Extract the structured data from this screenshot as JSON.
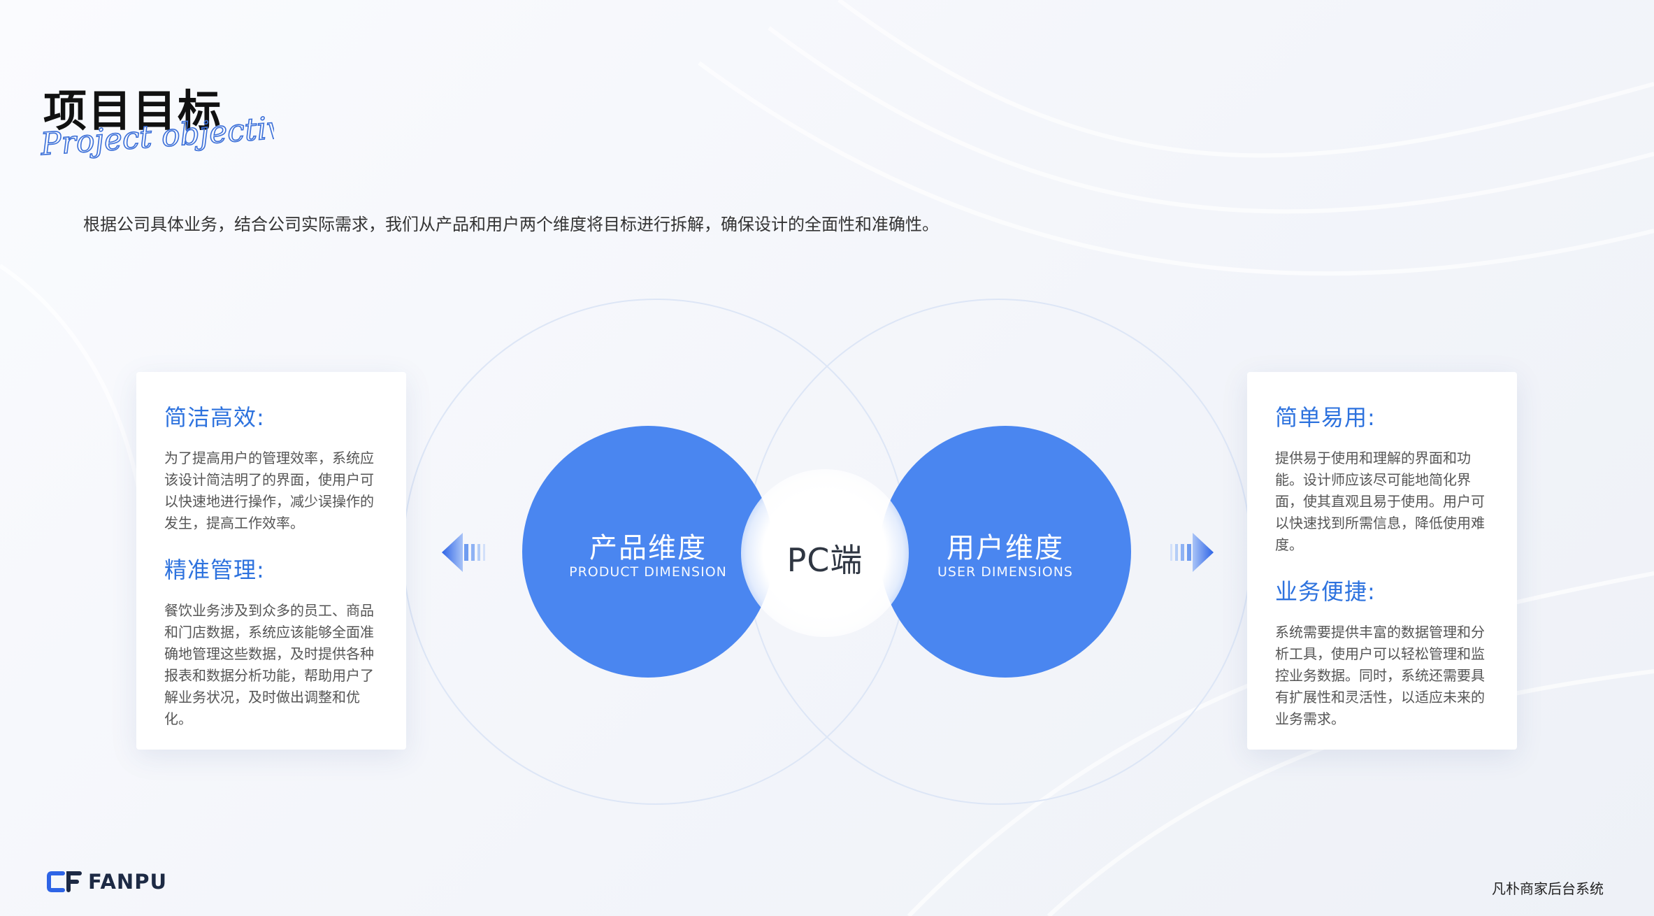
{
  "header": {
    "title": "项目目标",
    "script_title": "Project objectives",
    "intro": "根据公司具体业务，结合公司实际需求，我们从产品和用户两个维度将目标进行拆解，确保设计的全面性和准确性。"
  },
  "diagram": {
    "left_circle": {
      "title": "产品维度",
      "subtitle": "PRODUCT DIMENSION"
    },
    "center_label": "PC端",
    "right_circle": {
      "title": "用户维度",
      "subtitle": "USER DIMENSIONS"
    }
  },
  "left_card": {
    "sections": [
      {
        "heading": "简洁高效:",
        "body": "为了提高用户的管理效率，系统应该设计简洁明了的界面，使用户可以快速地进行操作，减少误操作的发生，提高工作效率。"
      },
      {
        "heading": "精准管理:",
        "body": "餐饮业务涉及到众多的员工、商品和门店数据，系统应该能够全面准确地管理这些数据，及时提供各种报表和数据分析功能，帮助用户了解业务状况，及时做出调整和优化。"
      }
    ]
  },
  "right_card": {
    "sections": [
      {
        "heading": "简单易用:",
        "body": "提供易于使用和理解的界面和功能。设计师应该尽可能地简化界面，使其直观且易于使用。用户可以快速找到所需信息，降低使用难度。"
      },
      {
        "heading": "业务便捷:",
        "body": "系统需要提供丰富的数据管理和分析工具，使用户可以轻松管理和监控业务数据。同时，系统还需要具有扩展性和灵活性，以适应未来的业务需求。"
      }
    ]
  },
  "footer": {
    "brand": "FANPU",
    "system_name": "凡朴商家后台系统"
  },
  "colors": {
    "accent": "#4a86f0",
    "heading": "#2d72de",
    "ring": "#dde6f6"
  }
}
